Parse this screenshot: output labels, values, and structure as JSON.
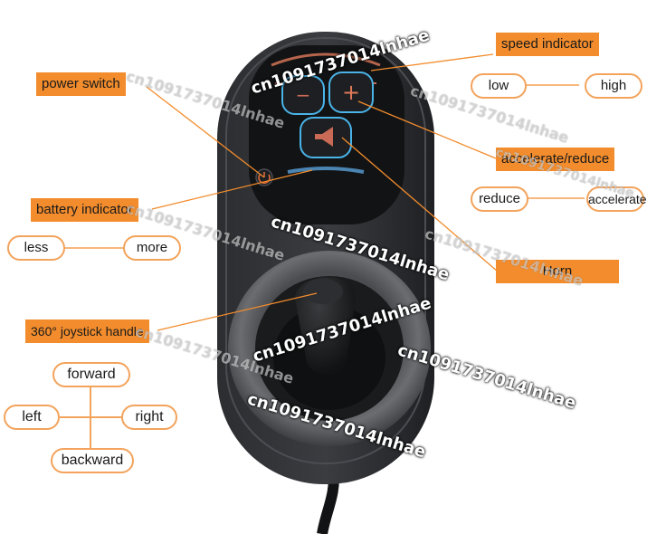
{
  "labels": {
    "power_switch": "power switch",
    "speed_indicator": "speed indicator",
    "battery_indicator": "battery indicator",
    "accelerate_reduce": "accelerate/reduce",
    "horn": "Horn",
    "joystick": "360° joystick handle"
  },
  "scales": {
    "speed_low": "low",
    "speed_high": "high",
    "battery_less": "less",
    "battery_more": "more",
    "reduce": "reduce",
    "accelerate": "accelerate"
  },
  "directions": {
    "forward": "forward",
    "left": "left",
    "right": "right",
    "backward": "backward"
  },
  "watermark": "cn1091737014lnhae",
  "colors": {
    "accent_orange": "#f28c2c",
    "pill_border": "#f3a35c",
    "button_glow": "#4ab3e8"
  }
}
